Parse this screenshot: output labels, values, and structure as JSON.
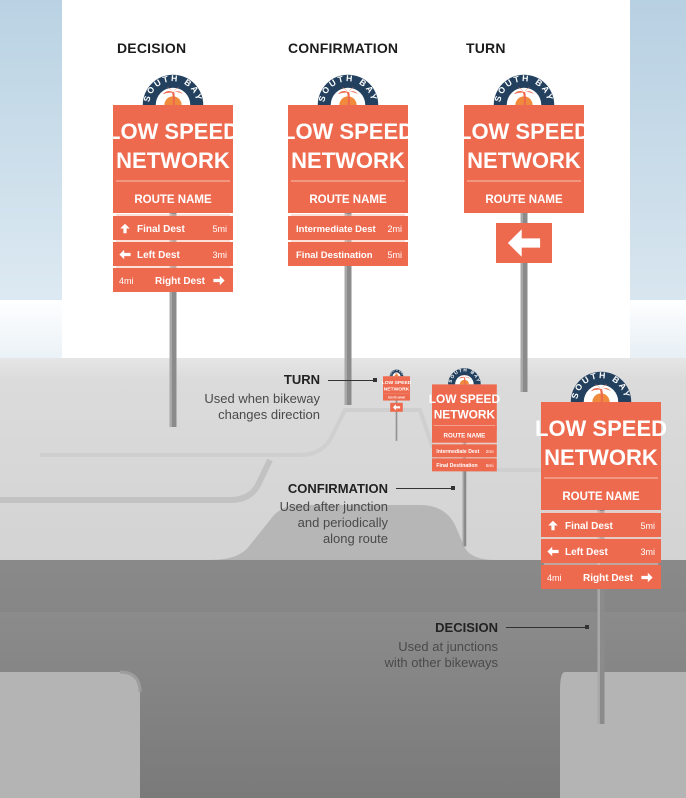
{
  "headers": {
    "decision": "DECISION",
    "confirmation": "CONFIRMATION",
    "turn": "TURN"
  },
  "badge_text": "SOUTH BAY",
  "sign_common": {
    "title_line1": "LOW SPEED",
    "title_line2": "NETWORK",
    "route_name": "ROUTE NAME"
  },
  "decision_sign": {
    "rows": [
      {
        "arrow": "up-arrow",
        "text": "Final Dest",
        "dist": "5mi"
      },
      {
        "arrow": "left-arrow",
        "text": "Left Dest",
        "dist": "3mi"
      },
      {
        "arrow": "right-arrow",
        "text": "Right Dest",
        "dist": "4mi"
      }
    ]
  },
  "confirmation_sign": {
    "rows": [
      {
        "text": "Intermediate Dest",
        "dist": "2mi"
      },
      {
        "text": "Final Destination",
        "dist": "5mi"
      }
    ]
  },
  "turn_sign": {
    "panel_icon": "left-arrow"
  },
  "annotations": {
    "turn": {
      "title": "TURN",
      "lines": [
        "Used when bikeway",
        "changes direction"
      ]
    },
    "confirmation": {
      "title": "CONFIRMATION",
      "lines": [
        "Used after junction",
        "and periodically",
        "along route"
      ]
    },
    "decision": {
      "title": "DECISION",
      "lines": [
        "Used at junctions",
        "with other bikeways"
      ]
    }
  },
  "colors": {
    "sign": "#ee6a4f",
    "sign_line": "#f7c2b5",
    "badge": "#23415f",
    "sun": "#f08a3c",
    "palm": "#ee6a4f",
    "pole": "#8b8b8b",
    "road_light": "#e3e3e3",
    "road_dark": "#8a8a8a",
    "sky": "#c7dbe8"
  }
}
